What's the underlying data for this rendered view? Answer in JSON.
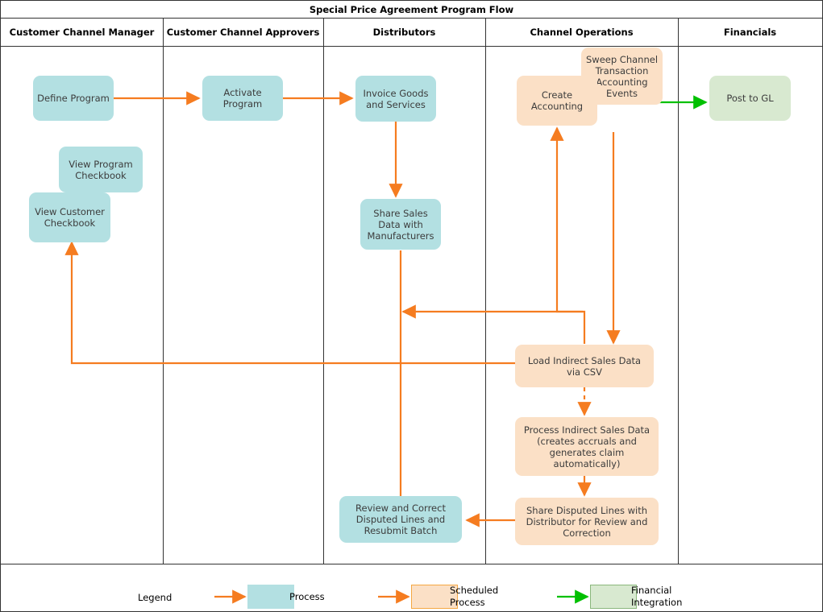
{
  "title": "Special Price Agreement Program Flow",
  "lanes": [
    {
      "label": "Customer Channel Manager"
    },
    {
      "label": "Customer Channel Approvers"
    },
    {
      "label": "Distributors"
    },
    {
      "label": "Channel Operations"
    },
    {
      "label": "Financials"
    }
  ],
  "nodes": {
    "define_program": "Define Program",
    "view_program_checkbook": "View Program\nCheckbook",
    "view_customer_checkbook": "View Customer\nCheckbook",
    "activate_program": "Activate\nProgram",
    "invoice_goods": "Invoice Goods\nand Services",
    "share_sales_data": "Share Sales\nData with\nManufacturers",
    "review_correct": "Review and Correct\nDisputed Lines and\nResubmit Batch",
    "sweep_channel": "Sweep Channel\nTransaction\nAccounting\nEvents",
    "create_accounting": "Create\nAccounting",
    "load_indirect": "Load Indirect Sales Data\nvia CSV",
    "process_indirect": "Process Indirect Sales Data\n(creates accruals and\ngenerates claim\nautomatically)",
    "share_disputed": "Share Disputed Lines with\nDistributor for Review and\nCorrection",
    "post_to_gl": "Post to GL"
  },
  "legend": {
    "title": "Legend",
    "items": [
      {
        "label": "Process",
        "color": "#b3e0e2",
        "arrow": "#f57c20"
      },
      {
        "label": "Scheduled\nProcess",
        "color": "#fbe0c6",
        "arrow": "#f57c20"
      },
      {
        "label": "Financial\nIntegration",
        "color": "#d8e9d0",
        "arrow": "#00c000"
      }
    ]
  },
  "colors": {
    "process": "#b3e0e2",
    "scheduled": "#fbe0c6",
    "financial": "#d8e9d0",
    "arrow_orange": "#f57c20",
    "arrow_green": "#00c000",
    "frame": "#333333"
  }
}
